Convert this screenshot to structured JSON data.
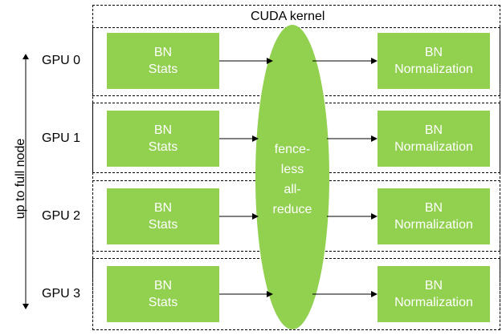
{
  "kernel_title": "CUDA kernel",
  "side_label": "up to full node",
  "gpus": [
    {
      "label": "GPU 0",
      "stats_line1": "BN",
      "stats_line2": "Stats",
      "norm_line1": "BN",
      "norm_line2": "Normalization"
    },
    {
      "label": "GPU 1",
      "stats_line1": "BN",
      "stats_line2": "Stats",
      "norm_line1": "BN",
      "norm_line2": "Normalization"
    },
    {
      "label": "GPU 2",
      "stats_line1": "BN",
      "stats_line2": "Stats",
      "norm_line1": "BN",
      "norm_line2": "Normalization"
    },
    {
      "label": "GPU 3",
      "stats_line1": "BN",
      "stats_line2": "Stats",
      "norm_line1": "BN",
      "norm_line2": "Normalization"
    }
  ],
  "allreduce": {
    "line1": "fence-",
    "line2": "less",
    "line3": "all-",
    "line4": "reduce"
  },
  "colors": {
    "green": "#92d050",
    "text_on_green": "#ffffff",
    "border": "#000000"
  }
}
